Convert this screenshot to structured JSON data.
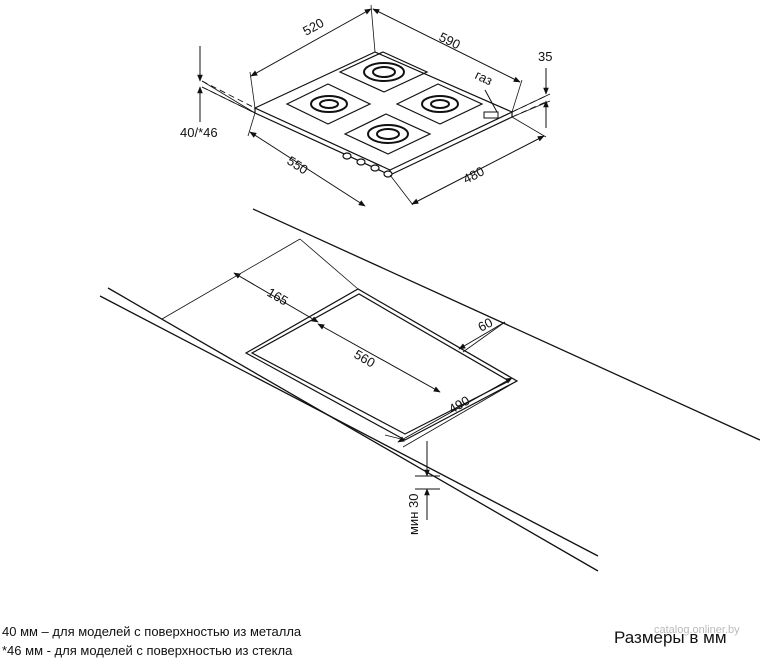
{
  "hob_dimensions": {
    "depth_top": "520",
    "width_top": "590",
    "height": "35",
    "gas_label": "газ",
    "thickness": "40/*46",
    "depth_front": "550",
    "width_front": "480"
  },
  "cutout_dimensions": {
    "front_offset": "165",
    "back_offset": "60",
    "cutout_width": "560",
    "cutout_depth": "490",
    "min_thickness": "мин 30"
  },
  "notes": [
    "40 мм – для моделей с поверхностью  из металла",
    "*46 мм - для моделей с поверхностью  из стекла"
  ],
  "units_label": "Размеры в мм",
  "watermark": "catalog.onliner.by"
}
